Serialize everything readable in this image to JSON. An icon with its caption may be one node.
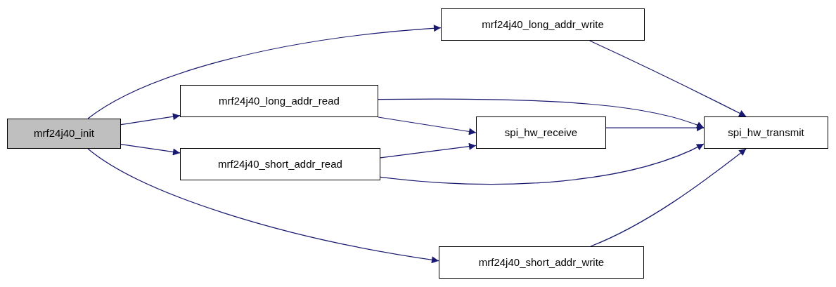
{
  "diagram": {
    "nodes": [
      {
        "text": [
          "mrf24j40_init"
        ]
      },
      {
        "text": [
          "mrf24j40_long_addr_write"
        ]
      },
      {
        "text": [
          "mrf24j40_long_addr_read"
        ]
      },
      {
        "text": [
          "mrf24j40_short_addr_read"
        ]
      },
      {
        "text": [
          "spi_hw_receive"
        ]
      },
      {
        "text": [
          "spi_hw_transmit"
        ]
      },
      {
        "text": [
          "mrf24j40_short_addr_write"
        ]
      }
    ],
    "edges": [
      {
        "from": 0,
        "to": 1,
        "arrow": "to"
      },
      {
        "from": 0,
        "to": 2,
        "arrow": "to"
      },
      {
        "from": 0,
        "to": 3,
        "arrow": "to"
      },
      {
        "from": 0,
        "to": 6,
        "arrow": "to"
      },
      {
        "from": 1,
        "to": 5,
        "arrow": "to"
      },
      {
        "from": 2,
        "to": 5,
        "arrow": "to"
      },
      {
        "from": 2,
        "to": 4,
        "arrow": "to"
      },
      {
        "from": 3,
        "to": 4,
        "arrow": "to"
      },
      {
        "from": 3,
        "to": 5,
        "arrow": "to"
      },
      {
        "from": 4,
        "to": 5,
        "arrow": "to"
      },
      {
        "from": 6,
        "to": 5,
        "arrow": "to"
      }
    ]
  }
}
